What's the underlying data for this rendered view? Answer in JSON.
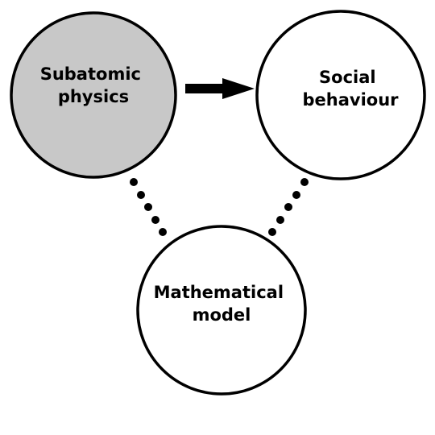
{
  "nodes": [
    {
      "id": "subatomic-physics",
      "lines": [
        "Subatomic",
        "physics"
      ],
      "fill": "#c8c8c8"
    },
    {
      "id": "social-behaviour",
      "lines": [
        "Social",
        "behaviour"
      ],
      "fill": "#ffffff"
    },
    {
      "id": "mathematical-model",
      "lines": [
        "Mathematical",
        "model"
      ],
      "fill": "#ffffff"
    }
  ],
  "edges": [
    {
      "from": "subatomic-physics",
      "to": "social-behaviour",
      "style": "solid-arrow"
    },
    {
      "from": "subatomic-physics",
      "to": "mathematical-model",
      "style": "dotted"
    },
    {
      "from": "social-behaviour",
      "to": "mathematical-model",
      "style": "dotted"
    }
  ],
  "colors": {
    "stroke": "#000000",
    "highlight_fill": "#c8c8c8",
    "background": "#ffffff"
  }
}
